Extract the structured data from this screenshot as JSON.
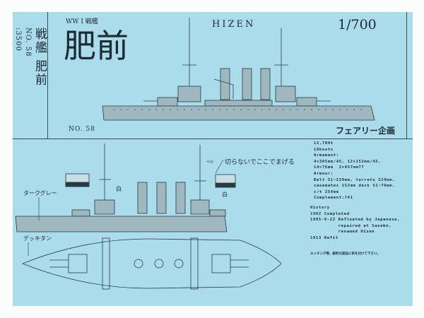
{
  "spine": {
    "title": "戦艦 肥前",
    "number": "NO. 58",
    "scale": ":3500"
  },
  "header": {
    "category": "WW I 戦艦",
    "title_jp": "肥前",
    "title_en": "HIZEN",
    "scale": "1/700",
    "number": "NO. 58",
    "maker": "フェアリー企画"
  },
  "labels": {
    "gray": "タークグレー",
    "deck": "デッキタン",
    "white": "白",
    "fold_note": "切らないでここでまげる",
    "small_part": "ベサ"
  },
  "specs": [
    "12,700t",
    "18knots",
    "Armament:",
    "4×305mm/45, 12×152mm/45,",
    "14×76mm  2×457mmTT",
    "Armour:",
    "Belt 51~229mm, turrets 229mm,",
    "casemates 152mm deck 51~76mm,",
    "c/t 254mm",
    "Complement:741"
  ],
  "history": {
    "heading": "History",
    "lines": [
      "1902 Completed",
      "1905-9-22 Refloated by Japanese,",
      "          repaired at Sasebo,",
      "          renamed Hizen",
      "1913 Refit"
    ]
  },
  "caution": "エッチング等、鋭利な部品に気を付けて下さい。",
  "colors": {
    "paper": "#abdcec",
    "hull": "#9fb7bf",
    "ink": "#1c2a33"
  }
}
